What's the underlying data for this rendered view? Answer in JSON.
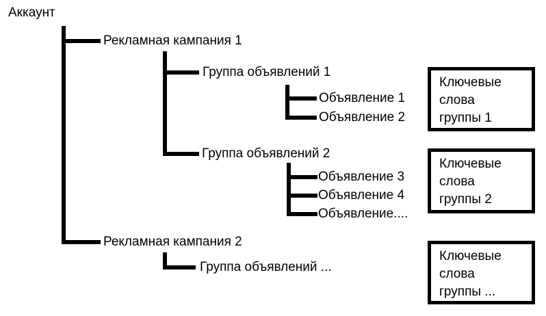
{
  "tree": {
    "account_label": "Аккаунт",
    "campaigns": [
      {
        "label": "Рекламная кампания 1",
        "groups": [
          {
            "label": "Группа объявлений 1",
            "ads": [
              "Объявление 1",
              "Объявление 2"
            ]
          },
          {
            "label": "Группа объявлений 2",
            "ads": [
              "Объявление 3",
              "Объявление 4",
              "Объявление...."
            ]
          }
        ]
      },
      {
        "label": "Рекламная кампания 2",
        "groups": [
          {
            "label": "Группа объявлений ...",
            "ads": []
          }
        ]
      }
    ]
  },
  "keyword_boxes": [
    {
      "lines": [
        "Ключевые",
        "слова",
        "группы 1"
      ]
    },
    {
      "lines": [
        "Ключевые",
        "слова",
        "группы 2"
      ]
    },
    {
      "lines": [
        "Ключевые",
        "слова",
        "группы ..."
      ]
    }
  ],
  "colors": {
    "line": "#000000",
    "text": "#000000",
    "background": "#ffffff"
  }
}
